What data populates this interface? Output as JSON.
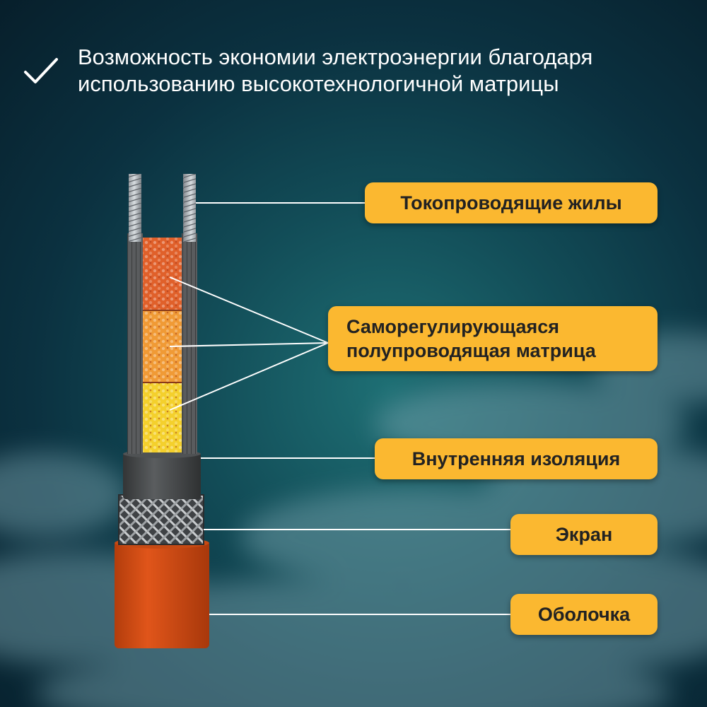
{
  "header": {
    "title_line1": "Возможность экономии электроэнергии благодаря",
    "title_line2": "использованию высокотехнологичной матрицы",
    "icon": "check-icon"
  },
  "labels": {
    "conductors": "Токопроводящие жилы",
    "matrix_line1": "Саморегулирующаяся",
    "matrix_line2": "полупроводящая матрица",
    "inner_insulation": "Внутренняя изоляция",
    "screen": "Экран",
    "jacket": "Оболочка"
  },
  "colors": {
    "label_background": "#fbb830",
    "label_text": "#222222",
    "jacket": "#d9480f",
    "inner_insulation": "#4a4a4a",
    "matrix_hot": "#e0602a",
    "matrix_warm": "#f0a035",
    "matrix_cool": "#f5d230"
  }
}
